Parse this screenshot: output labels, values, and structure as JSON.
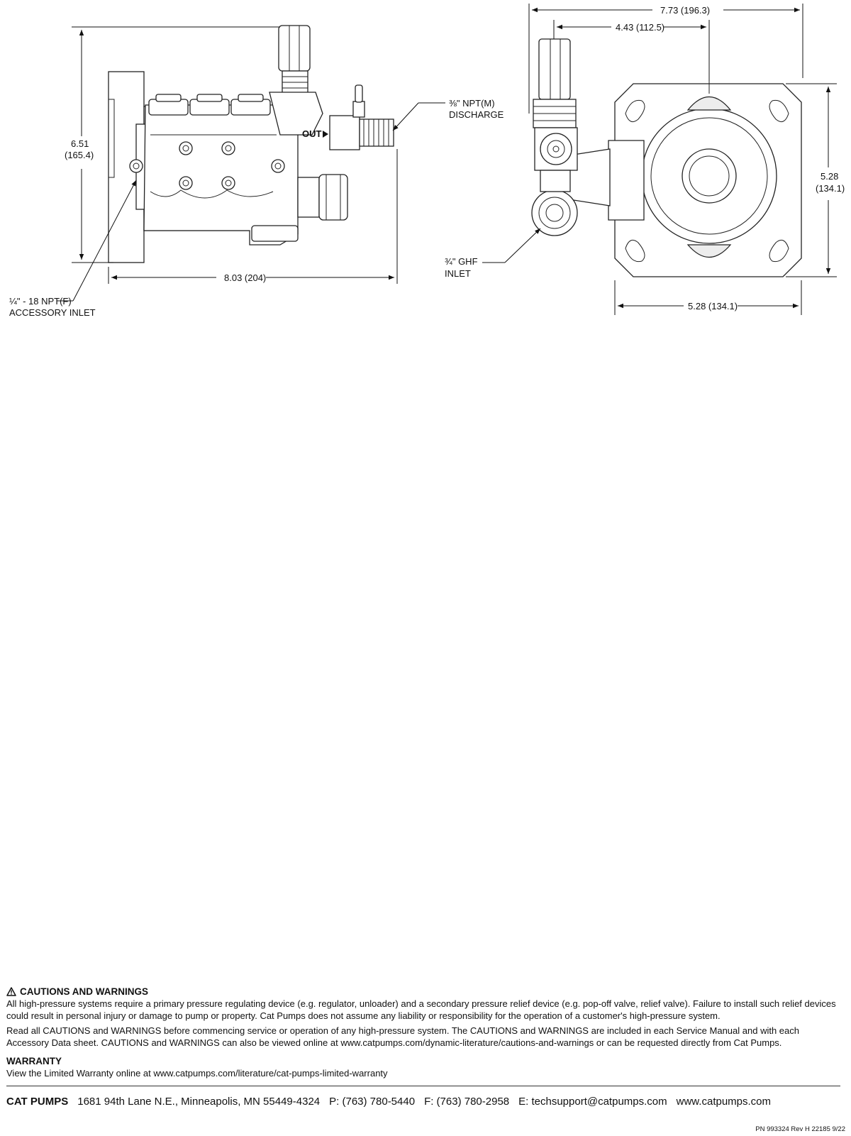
{
  "diagram": {
    "side_view": {
      "dim_height": "6.51",
      "dim_height_mm": "(165.4)",
      "dim_length": "8.03 (204)",
      "out_marking": "OUT",
      "discharge_label_line1": "⅜\" NPT(M)",
      "discharge_label_line2": "DISCHARGE",
      "accessory_label_line1": "¼\" - 18 NPT(F)",
      "accessory_label_line2": "ACCESSORY INLET"
    },
    "end_view": {
      "dim_overall_width": "7.73 (196.3)",
      "dim_offset": "4.43 (112.5)",
      "dim_height": "5.28",
      "dim_height_mm": "(134.1)",
      "dim_width": "5.28 (134.1)",
      "inlet_label_line1": "¾\" GHF",
      "inlet_label_line2": "INLET"
    }
  },
  "cautions": {
    "heading": "CAUTIONS AND WARNINGS",
    "paragraph1": "All high-pressure systems require a primary pressure regulating device (e.g. regulator, unloader) and a secondary pressure relief device (e.g. pop-off valve, relief valve). Failure to install such relief devices could result in personal injury or damage to pump or property. Cat Pumps does not assume any liability or responsibility for the operation of a customer's high-pressure system.",
    "paragraph2": "Read all CAUTIONS and WARNINGS before commencing service or operation of any high-pressure system. The CAUTIONS and WARNINGS are included in each Service Manual and with each Accessory Data sheet. CAUTIONS and WARNINGS can also be viewed online at www.catpumps.com/dynamic-literature/cautions-and-warnings or can be requested directly from Cat Pumps."
  },
  "warranty": {
    "heading": "WARRANTY",
    "text": "View the Limited Warranty online at www.catpumps.com/literature/cat-pumps-limited-warranty"
  },
  "contact": {
    "brand": "CAT PUMPS",
    "address": "1681 94th Lane N.E., Minneapolis, MN 55449-4324",
    "phone": "P: (763) 780-5440",
    "fax": "F: (763) 780-2958",
    "email": "E: techsupport@catpumps.com",
    "website": "www.catpumps.com"
  },
  "part_number": "PN 993324 Rev H  22185  9/22"
}
